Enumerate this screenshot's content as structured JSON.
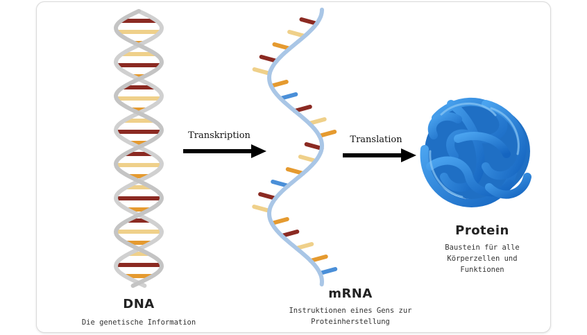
{
  "dna": {
    "title": "DNA",
    "caption": "Die genetische Information"
  },
  "mrna": {
    "title": "mRNA",
    "caption_line1": "Instruktionen eines Gens zur",
    "caption_line2": "Proteinherstellung"
  },
  "protein": {
    "title": "Protein",
    "caption_line1": "Baustein für alle",
    "caption_line2": "Körperzellen und",
    "caption_line3": "Funktionen"
  },
  "arrows": {
    "transcription": "Transkription",
    "translation": "Translation"
  },
  "colors": {
    "backbone": "#d3d3d3",
    "rna_strand": "#a9c6e6",
    "base_dark_red": "#8b2a22",
    "base_tan": "#efd08a",
    "base_orange": "#e59a2f",
    "base_blue": "#4a8fd8",
    "protein_blue": "#1f78d1",
    "arrow": "#000000"
  },
  "icons": {
    "dna": "dna-double-helix-icon",
    "mrna": "mrna-strand-icon",
    "protein": "protein-fold-icon"
  }
}
